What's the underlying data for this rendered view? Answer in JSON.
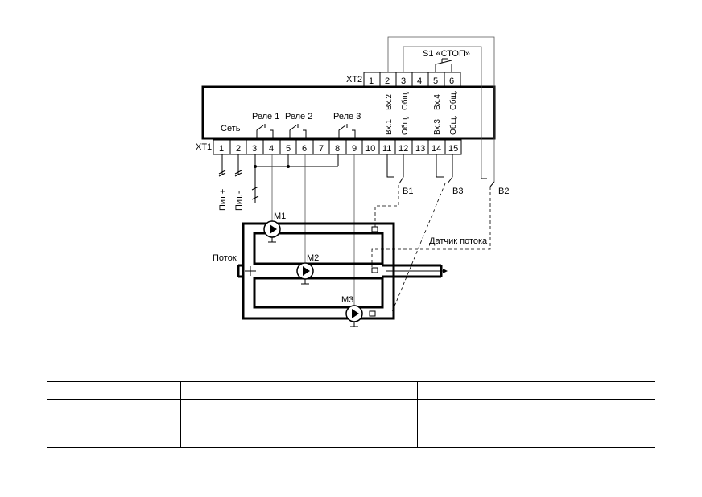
{
  "diagram": {
    "xt2_label": "XT2",
    "xt2_terminals": [
      "1",
      "2",
      "3",
      "4",
      "5",
      "6"
    ],
    "xt1_label": "XT1",
    "xt1_terminals": [
      "1",
      "2",
      "3",
      "4",
      "5",
      "6",
      "7",
      "8",
      "9",
      "10",
      "11",
      "12",
      "13",
      "14",
      "15"
    ],
    "s1_label": "S1 «СТОП»",
    "top_inputs": [
      "Вх.2",
      "Общ.",
      "Вх.4",
      "Общ."
    ],
    "bottom_inputs": [
      "Вх.1",
      "Общ.",
      "Вх.3",
      "Общ."
    ],
    "set_label": "Сеть",
    "relay_labels": [
      "Реле 1",
      "Реле 2",
      "Реле 3"
    ],
    "power_labels": [
      "Пит.+",
      "Пит.-"
    ],
    "sensor_labels": [
      "B1",
      "B3",
      "B2"
    ],
    "pump_labels": [
      "M1",
      "M2",
      "M3"
    ],
    "flow_label": "Поток",
    "flow_sensor_label": "Датчик потока"
  },
  "table": {
    "rows": [
      [
        "",
        "",
        ""
      ],
      [
        "",
        "",
        ""
      ],
      [
        "",
        "",
        ""
      ]
    ]
  }
}
